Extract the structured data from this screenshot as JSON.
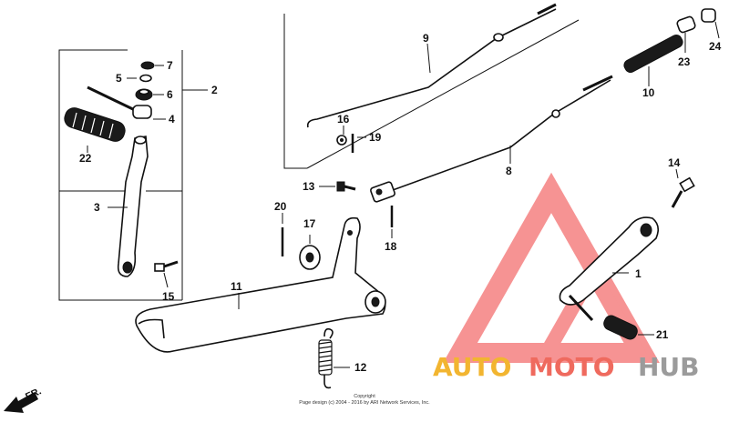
{
  "parts": {
    "p1": "1",
    "p2": "2",
    "p3": "3",
    "p4": "4",
    "p5": "5",
    "p6": "6",
    "p7": "7",
    "p8": "8",
    "p9": "9",
    "p10": "10",
    "p11": "11",
    "p12": "12",
    "p13": "13",
    "p14": "14",
    "p15": "15",
    "p16": "16",
    "p17": "17",
    "p18": "18",
    "p19": "19",
    "p20": "20",
    "p21": "21",
    "p22": "22",
    "p23": "23",
    "p24": "24"
  },
  "front_indicator": "FR.",
  "copyright": {
    "title": "Copyright",
    "line": "Page design (c) 2004 - 2016 by ARI Network Services, Inc."
  },
  "watermark": {
    "auto": "AUTO",
    "moto": "MOTO",
    "hub": "HUB",
    "colors": {
      "auto": "#f2b530",
      "moto": "#ef6a5e",
      "hub": "#9b9b9b",
      "triangle": "#ef3b3b"
    }
  }
}
